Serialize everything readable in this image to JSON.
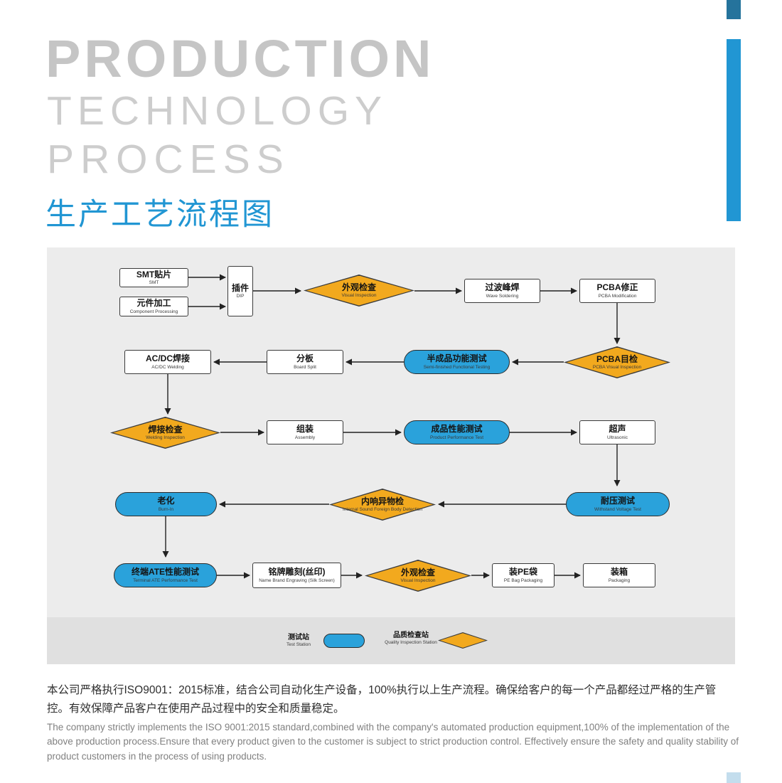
{
  "header": {
    "title_line1": "PRODUCTION",
    "title_line2": "TECHNOLOGY",
    "title_line3": "PROCESS",
    "subtitle": "生产工艺流程图"
  },
  "flowchart": {
    "nodes": {
      "smt": {
        "zh": "SMT贴片",
        "en": "SMT",
        "type": "box"
      },
      "component": {
        "zh": "元件加工",
        "en": "Component Processing",
        "type": "box"
      },
      "dip": {
        "zh": "插件",
        "en": "DIP",
        "type": "box"
      },
      "visual1": {
        "zh": "外观检查",
        "en": "Visual Inspection",
        "type": "quality-inspection"
      },
      "wave": {
        "zh": "过波峰焊",
        "en": "Wave Soldering",
        "type": "box"
      },
      "pcbamod": {
        "zh": "PCBA修正",
        "en": "PCBA Modification",
        "type": "box"
      },
      "pcbavi": {
        "zh": "PCBA目检",
        "en": "PCBA Visual Inspection",
        "type": "quality-inspection"
      },
      "semi": {
        "zh": "半成品功能测试",
        "en": "Semi-finished Functional Testing",
        "type": "test-station"
      },
      "split": {
        "zh": "分板",
        "en": "Board Split",
        "type": "box"
      },
      "acdc": {
        "zh": "AC/DC焊接",
        "en": "AC/DC Welding",
        "type": "box"
      },
      "weldinsp": {
        "zh": "焊接检查",
        "en": "Welding Inspection",
        "type": "quality-inspection"
      },
      "assembly": {
        "zh": "组装",
        "en": "Assembly",
        "type": "box"
      },
      "perftest": {
        "zh": "成品性能测试",
        "en": "Product Performance Test",
        "type": "test-station"
      },
      "ultrasonic": {
        "zh": "超声",
        "en": "Ultrasonic",
        "type": "box"
      },
      "withstand": {
        "zh": "耐压测试",
        "en": "Withstand Voltage Test",
        "type": "test-station"
      },
      "internal": {
        "zh": "内响异物检",
        "en": "Internal Sound Foreign Body Detection",
        "type": "quality-inspection"
      },
      "burnin": {
        "zh": "老化",
        "en": "Burn-In",
        "type": "test-station"
      },
      "ate": {
        "zh": "终端ATE性能测试",
        "en": "Terminal ATE Performance Test",
        "type": "test-station"
      },
      "engrave": {
        "zh": "铭牌雕刻(丝印)",
        "en": "Name Brand Engraving (Silk Screen)",
        "type": "box"
      },
      "visual2": {
        "zh": "外观检查",
        "en": "Visual Inspection",
        "type": "quality-inspection"
      },
      "pebag": {
        "zh": "装PE袋",
        "en": "PE Bag Packaging",
        "type": "box"
      },
      "packing": {
        "zh": "装箱",
        "en": "Packaging",
        "type": "box"
      }
    },
    "flow_order": [
      "smt/component",
      "dip",
      "visual1",
      "wave",
      "pcbamod",
      "pcbavi",
      "semi",
      "split",
      "acdc",
      "weldinsp",
      "assembly",
      "perftest",
      "ultrasonic",
      "withstand",
      "internal",
      "burnin",
      "ate",
      "engrave",
      "visual2",
      "pebag",
      "packing"
    ],
    "legend": {
      "test_station": {
        "zh": "测试站",
        "en": "Test Station"
      },
      "quality_station": {
        "zh": "品质检查站",
        "en": "Quality Inspection Station"
      }
    }
  },
  "footer": {
    "zh": "本公司严格执行ISO9001：2015标准，结合公司自动化生产设备，100%执行以上生产流程。确保给客户的每一个产品都经过严格的生产管控。有效保障产品客户在使用产品过程中的安全和质量稳定。",
    "en": "The company strictly implements the ISO 9001:2015 standard,combined with the company's automated production equipment,100% of the implementation of the above production process.Ensure that every product given to the customer is subject to strict production control. Effectively ensure the safety and quality stability of product customers in the process of using products."
  },
  "colors": {
    "accent_blue": "#2196d3",
    "station_blue": "#2aa2db",
    "inspection_yellow": "#f2a91e",
    "canvas_gray": "#ececec"
  }
}
